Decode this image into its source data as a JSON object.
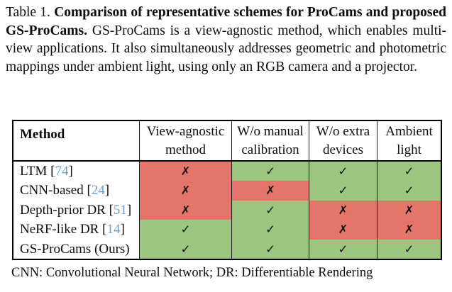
{
  "caption": {
    "label": "Table 1.",
    "bold": "Comparison of representative schemes for ProCams and proposed GS-ProCams.",
    "text": "GS-ProCams is a view-agnostic method, which enables multi-view applications. It also simultaneously addresses geometric and photometric mappings under ambient light, using only an RGB camera and a projector."
  },
  "table": {
    "columns": [
      "Method",
      "View-agnostic method",
      "W/o manual calibration",
      "W/o extra devices",
      "Ambient light"
    ],
    "marks": {
      "yes": "✓",
      "no": "✗"
    },
    "rows": [
      {
        "pre": "LTM [",
        "cite": "74",
        "post": "]",
        "cells": [
          "no",
          "yes",
          "yes",
          "yes"
        ]
      },
      {
        "pre": "CNN-based [",
        "cite": "24",
        "post": "]",
        "cells": [
          "no",
          "no",
          "yes",
          "yes"
        ]
      },
      {
        "pre": "Depth-prior DR [",
        "cite": "51",
        "post": "]",
        "cells": [
          "no",
          "yes",
          "no",
          "no"
        ]
      },
      {
        "pre": "NeRF-like DR [",
        "cite": "14",
        "post": "]",
        "cells": [
          "yes",
          "yes",
          "no",
          "no"
        ]
      },
      {
        "pre": "GS-ProCams (Ours)",
        "cite": "",
        "post": "",
        "cells": [
          "yes",
          "yes",
          "yes",
          "yes"
        ]
      }
    ]
  },
  "colors": {
    "yes": "#9cc57f",
    "no": "#e5756b",
    "cite": "#6e9fd4"
  },
  "footnote": "CNN: Convolutional Neural Network; DR: Differentiable Rendering"
}
